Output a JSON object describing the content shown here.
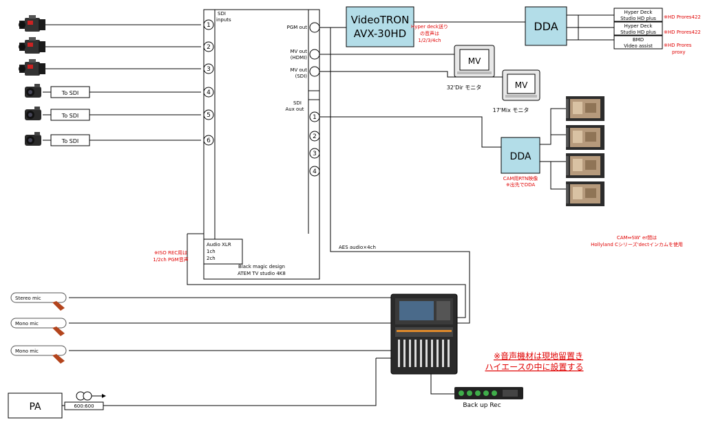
{
  "inputs": {
    "n1": "1",
    "n2": "2",
    "n3": "3",
    "n4": "4",
    "n5": "5",
    "n6": "6",
    "to_sdi_1": "To SDI",
    "to_sdi_2": "To SDI",
    "to_sdi_3": "To SDI"
  },
  "switcher": {
    "inputs_label_1": "SDI",
    "inputs_label_2": "inputs",
    "pgm_out": "PGM out",
    "mv_out_hdmi_1": "MV out",
    "mv_out_hdmi_2": "(HDMI)",
    "mv_out_sdi_1": "MV out",
    "mv_out_sdi_2": "(SDI)",
    "aux_label_1": "SDI",
    "aux_label_2": "Aux out",
    "aux1": "1",
    "aux2": "2",
    "aux3": "3",
    "aux4": "4",
    "audio_xlr": "Audio XLR",
    "ch1": "1ch",
    "ch2": "2ch",
    "name_1": "Black magic design",
    "name_2": "ATEM TV studio 4K8"
  },
  "converter": {
    "line1": "VideoTRON",
    "line2": "AVX-30HD"
  },
  "dda_top": "DDA",
  "dda_mid": "DDA",
  "recorders": [
    {
      "line1": "Hyper Deck",
      "line2": "Studio HD plus",
      "note": "※HD Prores422"
    },
    {
      "line1": "Hyper Deck",
      "line2": "Studio HD plus",
      "note": "※HD Prores422"
    },
    {
      "line1": "BMD",
      "line2": "Video assist",
      "note_1": "※HD Prores",
      "note_2": "proxy"
    }
  ],
  "hyperdeck_note": {
    "line1": "Hyper deck送り",
    "line2": "の音声は",
    "line3": "1/2/3/4ch"
  },
  "monitors": {
    "mv1": "MV",
    "mv1_label": "32'Dir モニタ",
    "mv2": "MV",
    "mv2_label": "17'Mix モニタ"
  },
  "rtn_note": {
    "line1": "CAM用RTN映像",
    "line2": "※出先でDDA"
  },
  "cam_note": {
    "line1": "CAM⇔SW' er間は",
    "line2": "Hollyland Cシリーズ'dectインカムを使用"
  },
  "iso_note": {
    "line1": "※ISO REC用は",
    "line2": "1/2ch PGM音声"
  },
  "aes_label": "AES audio×4ch",
  "mics": [
    "Stereo mic",
    "Mono mic",
    "Mono mic"
  ],
  "audio_note": {
    "line1": "※音声機材は現地留置き",
    "line2": "ハイエースの中に設置する"
  },
  "backup_label": "Back up Rec",
  "pa": {
    "label": "PA",
    "transformer": "600:600"
  },
  "colors": {
    "accent_box": "#b3dde8",
    "note_red": "#e00000"
  }
}
